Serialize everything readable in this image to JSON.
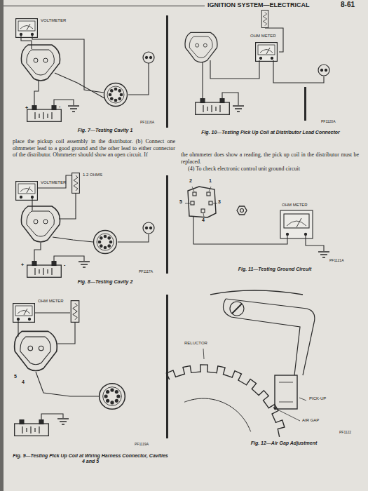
{
  "diagram": {
    "title": "IGNITION SYSTEM—ELECTRICAL",
    "labels": [
      "8-61",
      "VOLTMETER",
      "+",
      "-",
      "PF1116A",
      "Fig. 7—Testing Cavity 1",
      "OHM METER",
      "PF1120A",
      "Fig. 10—Testing Pick Up Coil at Distributor Lead Connector",
      "place the pickup coil assembly in the distributor. (b) Connect one ohmmeter lead to a good ground and the other lead to either connector of the distributor. Ohmmeter should show an open circuit. If",
      "the ohmmeter does show a reading, the pick up coil in the distributor must be replaced.",
      "(4) To check electronic control unit ground circuit",
      "VOLTMETER",
      "1.2 OHMS",
      "+",
      "-",
      "PF1117A",
      "Fig. 8—Testing Cavity 2",
      "2",
      "1",
      "5",
      "3",
      "4",
      "OHM METER",
      "PF1121A",
      "Fig. 11—Testing Ground Circuit",
      "OHM METER",
      "5",
      "4",
      "PF1119A",
      "Fig. 9—Testing Pick Up Coil at Wiring Harness Connector, Cavities 4 and 5",
      "RELUCTOR",
      "PICK-UP",
      "AIR GAP",
      "PF1122",
      "Fig. 12—Air Gap Adjustment"
    ]
  }
}
